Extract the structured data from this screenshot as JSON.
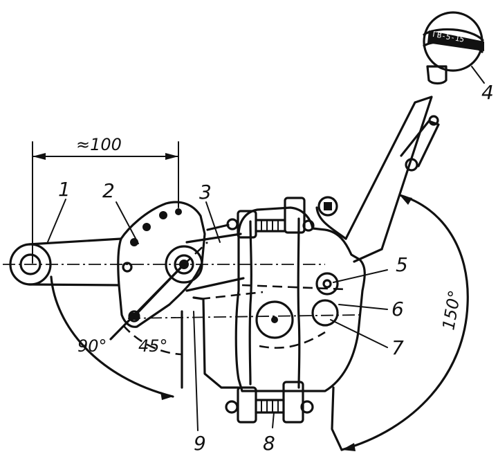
{
  "dimension": {
    "label": "≈100"
  },
  "callouts": [
    "1",
    "2",
    "3",
    "4",
    "5",
    "6",
    "7",
    "8",
    "9"
  ],
  "angles": {
    "a90": "90°",
    "a45": "45°",
    "a150": "150°"
  },
  "knob_text": "ГВ-5-15"
}
